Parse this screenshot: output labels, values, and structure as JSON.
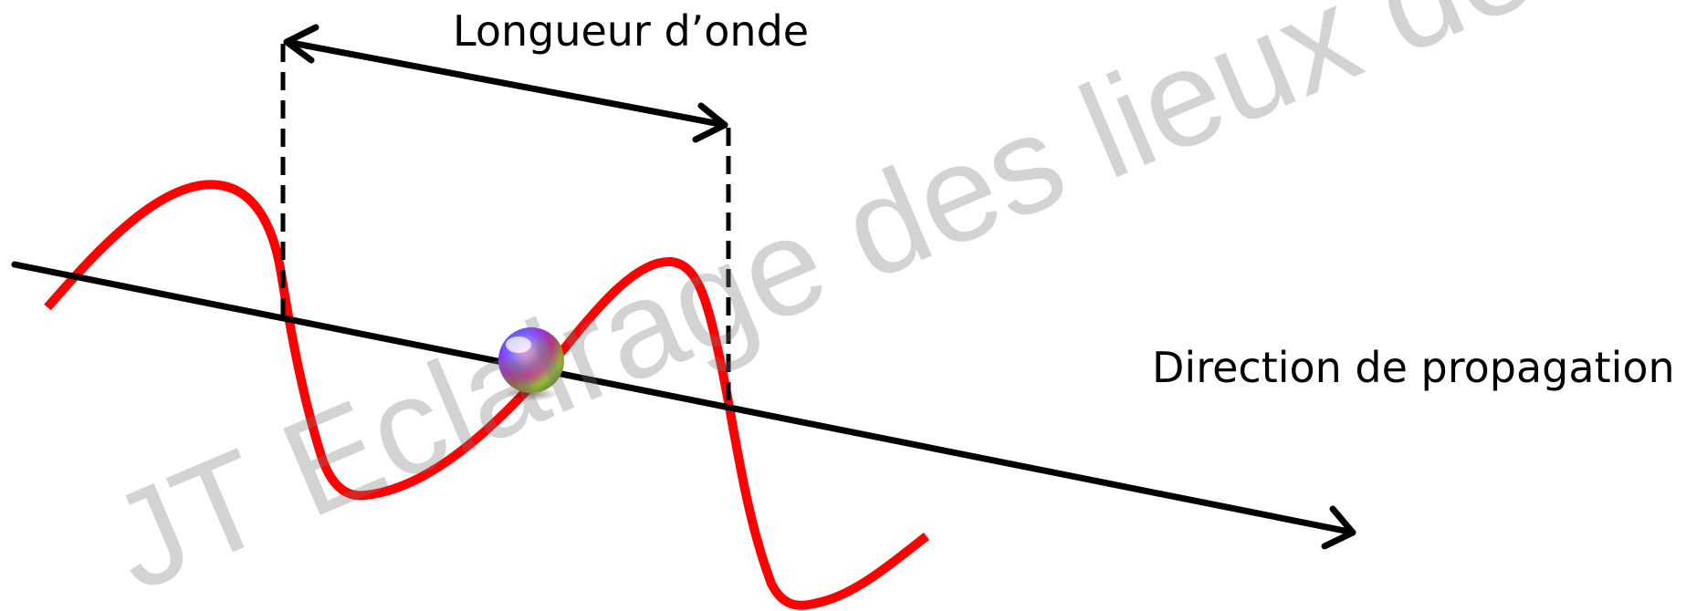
{
  "labels": {
    "wavelength": "Longueur d’onde",
    "propagation": "Direction de propagation"
  },
  "watermark": {
    "text": "JT Eclairage des lieux de travail"
  },
  "colors": {
    "wave": "#ff0000",
    "axis": "#000000",
    "text": "#000000",
    "watermark": "#8c8c8c"
  },
  "icons": {
    "particle": "rainbow-sphere"
  }
}
